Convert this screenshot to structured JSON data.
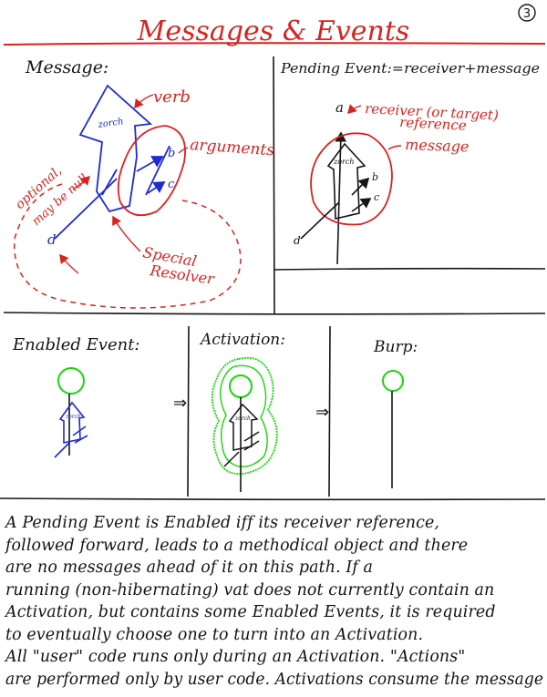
{
  "page": {
    "number": "3",
    "title": "Messages & Events"
  },
  "panels": {
    "message": {
      "heading": "Message:",
      "verb": "verb",
      "arguments": "arguments",
      "optional": "optional,",
      "may_be_null": "may be null",
      "special": "Special",
      "resolver": "Resolver",
      "arrow_label": "zorch",
      "arg_b": "b",
      "arg_c": "c",
      "arg_d": "d"
    },
    "pending": {
      "heading": "Pending Event:=receiver+message",
      "receiver_1": "receiver (or target)",
      "receiver_2": "reference",
      "message": "message",
      "target": "a",
      "arrow_label": "zorch",
      "arg_b": "b",
      "arg_c": "c",
      "arg_d": "d"
    },
    "enabled": {
      "heading": "Enabled Event:",
      "arrow_label": "zorch"
    },
    "activation": {
      "heading": "Activation:",
      "arrow_label": "zorch"
    },
    "burp": {
      "heading": "Burp:"
    }
  },
  "body_text": [
    "A Pending Event is Enabled iff its receiver reference,",
    "followed forward, leads to a methodical object and there",
    "are no messages ahead of it on this path. If a",
    "running (non-hibernating) vat does not currently contain an",
    "Activation, but contains some Enabled Events, it is required",
    "to eventually choose one to turn into an Activation.",
    "All \"user\" code runs only during an Activation. \"Actions\"",
    "are performed only by user code. Activations consume the message"
  ],
  "colors": {
    "ink": "#151515",
    "red": "#d8231f",
    "blue": "#1e2bd0",
    "green": "#18d60a"
  },
  "icons": [
    "circled-number-icon",
    "zorch-arrow-icon",
    "green-circle-icon"
  ]
}
